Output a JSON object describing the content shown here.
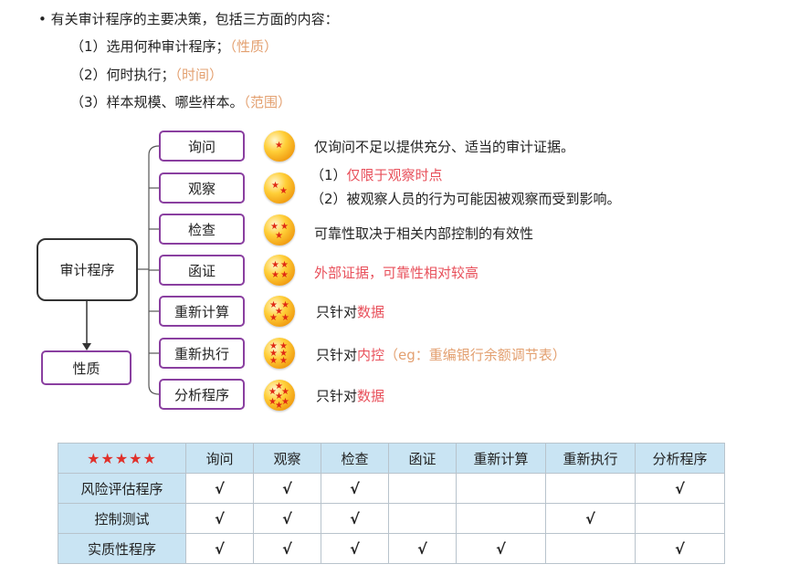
{
  "intro": {
    "bullet": "•",
    "title": "有关审计程序的主要决策，包括三方面的内容：",
    "items": [
      {
        "text": "（1）选用何种审计程序；",
        "note": "（性质）"
      },
      {
        "text": "（2）何时执行；",
        "note": "（时间）"
      },
      {
        "text": "（3）样本规模、哪些样本。",
        "note": "（范围）"
      }
    ]
  },
  "diagram": {
    "root": "审计程序",
    "child": "性质",
    "methods": [
      "询问",
      "观察",
      "检查",
      "函证",
      "重新计算",
      "重新执行",
      "分析程序"
    ],
    "descriptions": {
      "inquiry": "仅询问不足以提供充分、适当的审计证据。",
      "observe_1_prefix": "（1）",
      "observe_1_red": "仅限于观察时点",
      "observe_2": "（2）被观察人员的行为可能因被观察而受到影响。",
      "inspect": "可靠性取决于相关内部控制的有效性",
      "confirm_red": "外部证据，可靠性相对较高",
      "recalc_prefix": "只针对",
      "recalc_red": "数据",
      "reperform_prefix": "只针对",
      "reperform_red": "内控",
      "reperform_note": "（eg：重编银行余额调节表）",
      "analytic_prefix": "只针对",
      "analytic_red": "数据"
    },
    "ball_stars": [
      1,
      2,
      3,
      4,
      5,
      6,
      7
    ]
  },
  "table": {
    "corner": "★★★★★",
    "headers": [
      "询问",
      "观察",
      "检查",
      "函证",
      "重新计算",
      "重新执行",
      "分析程序"
    ],
    "rows": [
      {
        "label": "风险评估程序",
        "cells": [
          "√",
          "√",
          "√",
          "",
          "",
          "",
          "√"
        ]
      },
      {
        "label": "控制测试",
        "cells": [
          "√",
          "√",
          "√",
          "",
          "",
          "√",
          ""
        ]
      },
      {
        "label": "实质性程序",
        "cells": [
          "√",
          "√",
          "√",
          "√",
          "√",
          "",
          "√"
        ]
      }
    ]
  }
}
